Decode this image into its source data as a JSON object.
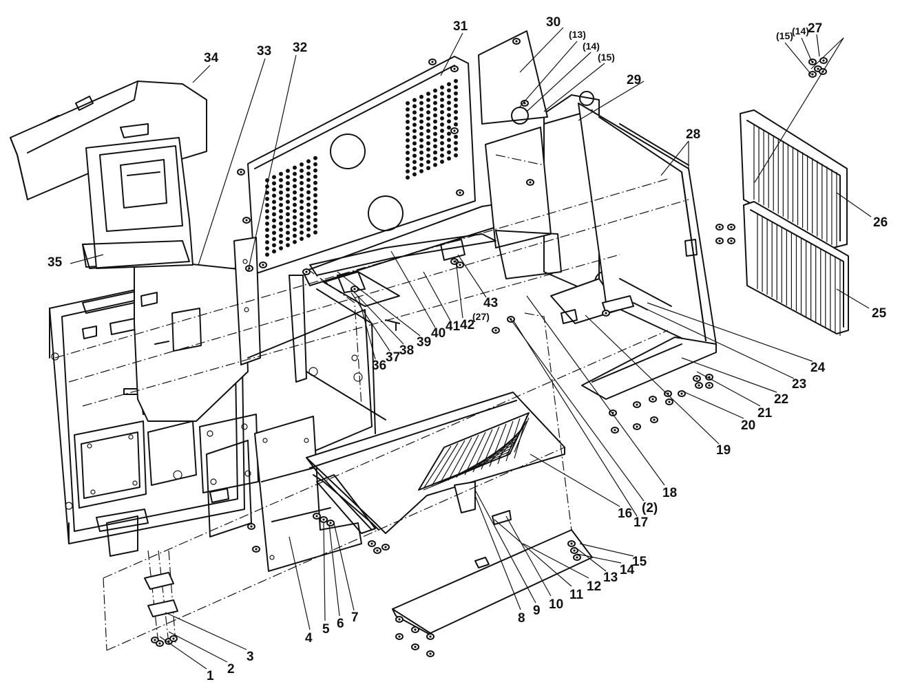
{
  "callouts": {
    "c1": "1",
    "c2": "2",
    "c3": "3",
    "c4": "4",
    "c5": "5",
    "c6": "6",
    "c7": "7",
    "c8": "8",
    "c9": "9",
    "c10": "10",
    "c11": "11",
    "c12": "12",
    "c13": "13",
    "c14": "14",
    "c15": "15",
    "c16": "16",
    "c17": "17",
    "c18": "18",
    "c19": "19",
    "c20": "20",
    "c21": "21",
    "c22": "22",
    "c23": "23",
    "c24": "24",
    "c25": "25",
    "c26": "26",
    "c27": "27",
    "c28": "28",
    "c29": "29",
    "c30": "30",
    "c31": "31",
    "c32": "32",
    "c33": "33",
    "c34": "34",
    "c35": "35",
    "c36": "36",
    "c37": "37",
    "c38": "38",
    "c39": "39",
    "c40": "40",
    "c41": "41",
    "c42": "42",
    "c43": "43",
    "p2": "(2)",
    "p27": "(27)",
    "p13": "(13)",
    "p14": "(14)",
    "p15": "(15)",
    "p14b": "(14)",
    "p15b": "(15)",
    "c27b": "27"
  }
}
